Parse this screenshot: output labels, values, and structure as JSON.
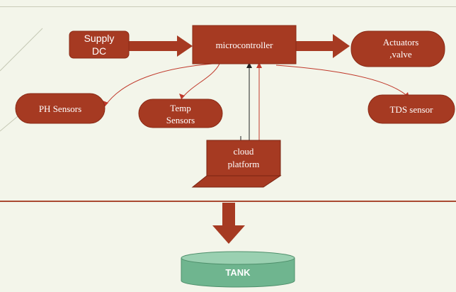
{
  "colors": {
    "node_fill": "#a63a22",
    "node_stroke": "#8a2a16",
    "arrow": "#a63a22",
    "connector": "#c0392b",
    "tank_fill": "#6fb58f",
    "tank_top": "#9ad0b1",
    "background": "#f3f5ea",
    "divider": "#a94a32"
  },
  "nodes": {
    "supply_line1": "Supply",
    "supply_line2": "DC",
    "microcontroller": "microcontroller",
    "actuators_line1": "Actuators",
    "actuators_line2": ",valve",
    "ph_sensors": "PH Sensors",
    "temp_line1": "Temp",
    "temp_line2": "Sensors",
    "tds_sensor": "TDS sensor",
    "cloud_line1": "cloud",
    "cloud_line2": "platform",
    "tank": "TANK"
  },
  "icons": {
    "cloud_device": "laptop-icon",
    "tank_shape": "cylinder-icon"
  }
}
